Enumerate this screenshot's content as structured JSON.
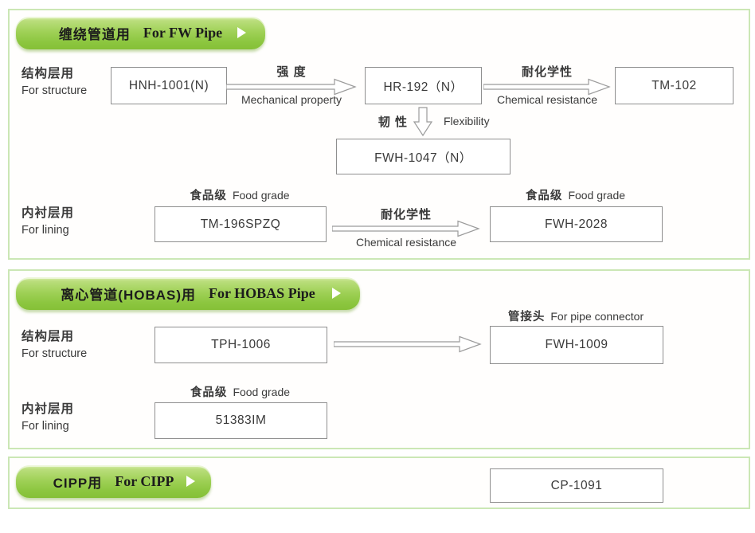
{
  "colors": {
    "button_green": "#8cc63f",
    "button_green_light": "#dcefb2",
    "section_border_green": "#cbe7b5",
    "box_border_gray": "#8f8f8f",
    "arrow_gray": "#9b9b9b",
    "text": "#3a3a3a"
  },
  "icons": {
    "play": "play-triangle"
  },
  "sections": [
    {
      "button": {
        "zh": "缠绕管道用",
        "en": "For FW Pipe"
      },
      "rows": {
        "structure": {
          "zh": "结构层用",
          "en": "For structure"
        },
        "lining": {
          "zh": "内衬层用",
          "en": "For lining"
        }
      },
      "boxes": {
        "hnh": "HNH-1001(N)",
        "hr": "HR-192（N）",
        "tm102": "TM-102",
        "fwh1047": "FWH-1047（N）",
        "tm196": "TM-196SPZQ",
        "fwh2028": "FWH-2028"
      },
      "arrows": {
        "strength": {
          "zh": "强 度",
          "en": "Mechanical property"
        },
        "chem1": {
          "zh": "耐化学性",
          "en": "Chemical resistance"
        },
        "flex": {
          "zh": "韧 性",
          "en": "Flexibility"
        },
        "chem2": {
          "zh": "耐化学性",
          "en": "Chemical resistance"
        }
      },
      "tags": {
        "food1": {
          "zh": "食品级",
          "en": "Food grade"
        },
        "food2": {
          "zh": "食品级",
          "en": "Food grade"
        }
      }
    },
    {
      "button": {
        "zh": "离心管道(HOBAS)用",
        "en": "For HOBAS Pipe"
      },
      "rows": {
        "structure": {
          "zh": "结构层用",
          "en": "For structure"
        },
        "lining": {
          "zh": "内衬层用",
          "en": "For lining"
        }
      },
      "boxes": {
        "tph": "TPH-1006",
        "fwh1009": "FWH-1009",
        "im": "51383IM"
      },
      "tags": {
        "connector": {
          "zh": "管接头",
          "en": "For pipe connector"
        },
        "food": {
          "zh": "食品级",
          "en": "Food grade"
        }
      }
    },
    {
      "button": {
        "zh": "CIPP用",
        "en": "For CIPP"
      },
      "boxes": {
        "cp": "CP-1091"
      }
    }
  ]
}
